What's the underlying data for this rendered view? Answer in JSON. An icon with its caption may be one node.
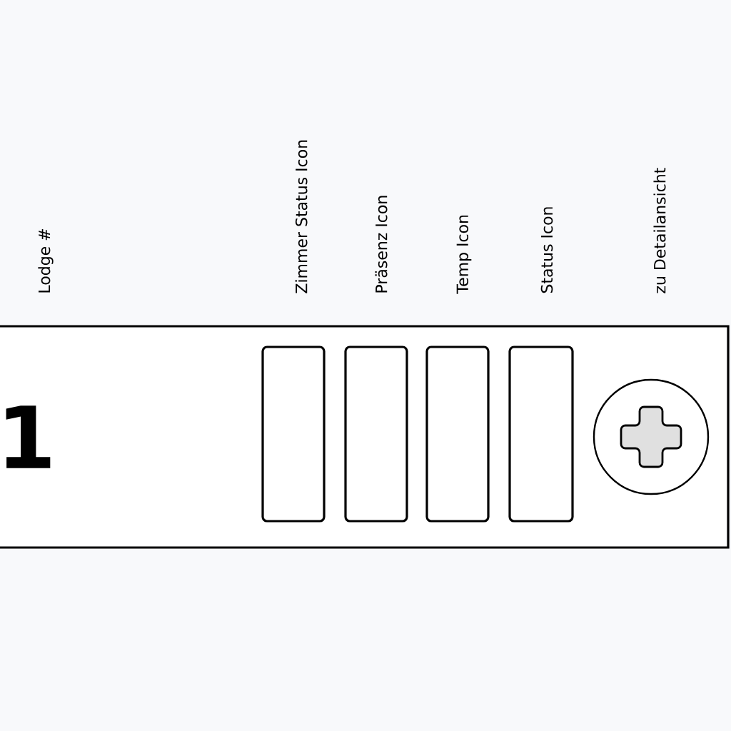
{
  "diagram": {
    "nodes": [
      {
        "text": [
          "1"
        ]
      },
      {
        "text": [],
        "shape": "box",
        "in": 0
      },
      {
        "text": [],
        "shape": "box",
        "in": 0
      },
      {
        "text": [],
        "shape": "box",
        "in": 0
      },
      {
        "text": [],
        "shape": "box",
        "in": 0
      },
      {
        "text": [],
        "shape": "circle",
        "in": 0
      }
    ],
    "edges": [],
    "labels": [
      "Lodge #",
      "Zimmer Status Icon",
      "Präsenz Icon",
      "Temp Icon",
      "Status Icon",
      "zu Detailansicht"
    ]
  }
}
